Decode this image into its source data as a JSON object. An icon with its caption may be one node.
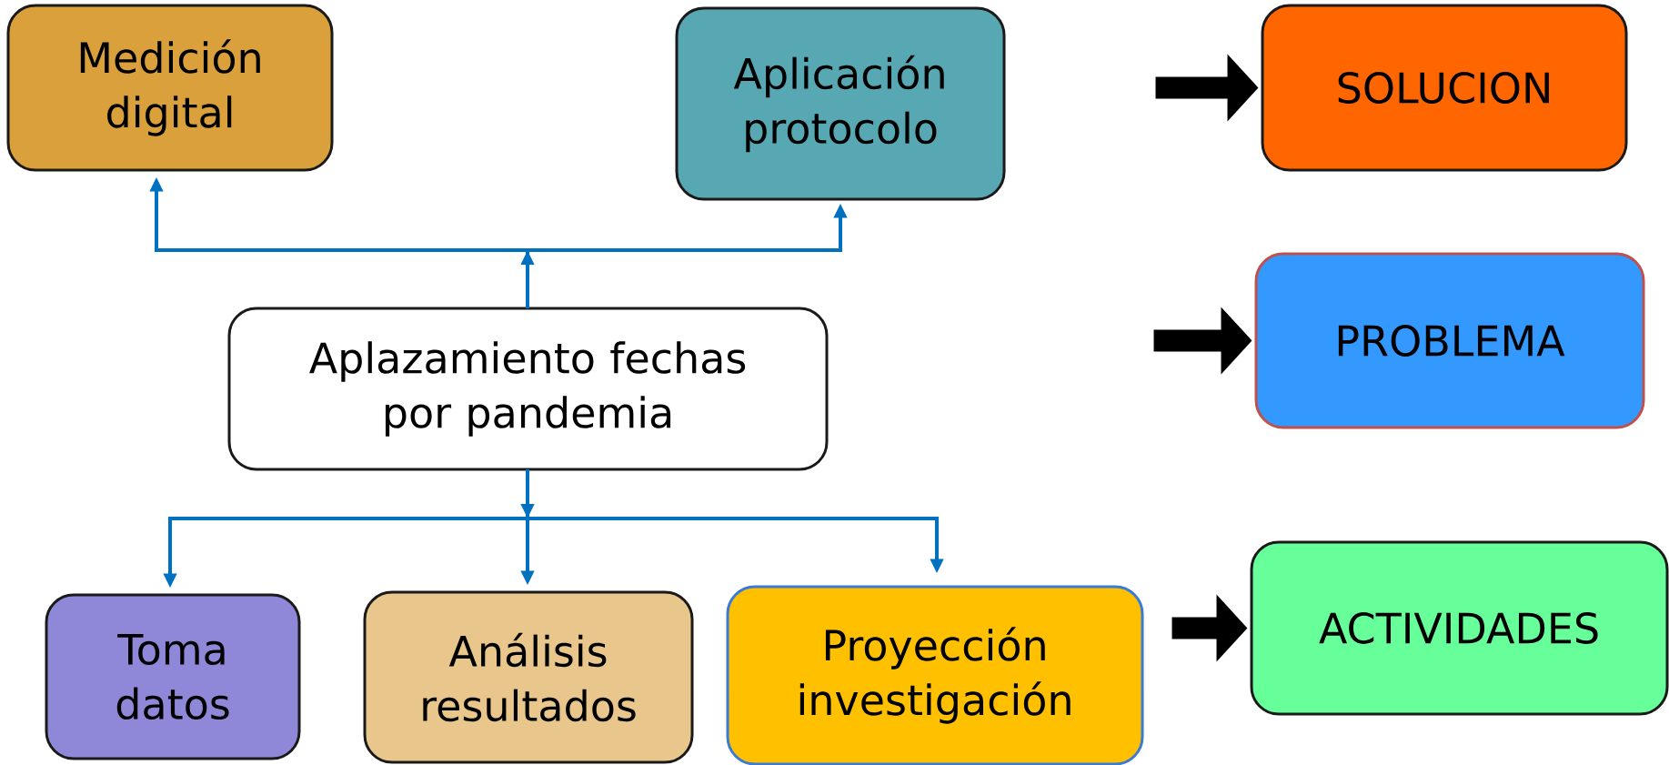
{
  "diagram": {
    "nodes": [
      {
        "text": [
          "Medición digital"
        ]
      },
      {
        "text": [
          "Aplicación protocolo"
        ]
      },
      {
        "text": [
          "SOLUCION"
        ]
      },
      {
        "text": [
          "Aplazamiento fechas por pandemia"
        ]
      },
      {
        "text": [
          "PROBLEMA"
        ]
      },
      {
        "text": [
          "Toma datos"
        ]
      },
      {
        "text": [
          "Análisis resultados"
        ]
      },
      {
        "text": [
          "Proyección investigación"
        ]
      },
      {
        "text": [
          "ACTIVIDADES"
        ]
      }
    ],
    "edges": [
      {
        "from": 3,
        "to": 0,
        "arrow": "to"
      },
      {
        "from": 3,
        "to": 1,
        "arrow": "to"
      },
      {
        "from": 3,
        "to": 5,
        "arrow": "to"
      },
      {
        "from": 3,
        "to": 6,
        "arrow": "to"
      },
      {
        "from": 3,
        "to": 7,
        "arrow": "to"
      },
      {
        "from": null,
        "to": 2,
        "arrow": "to",
        "style": "thick",
        "color": "#000000"
      },
      {
        "from": null,
        "to": 4,
        "arrow": "to",
        "style": "thick",
        "color": "#000000"
      },
      {
        "from": null,
        "to": 8,
        "arrow": "to",
        "style": "thick",
        "color": "#000000"
      }
    ]
  }
}
